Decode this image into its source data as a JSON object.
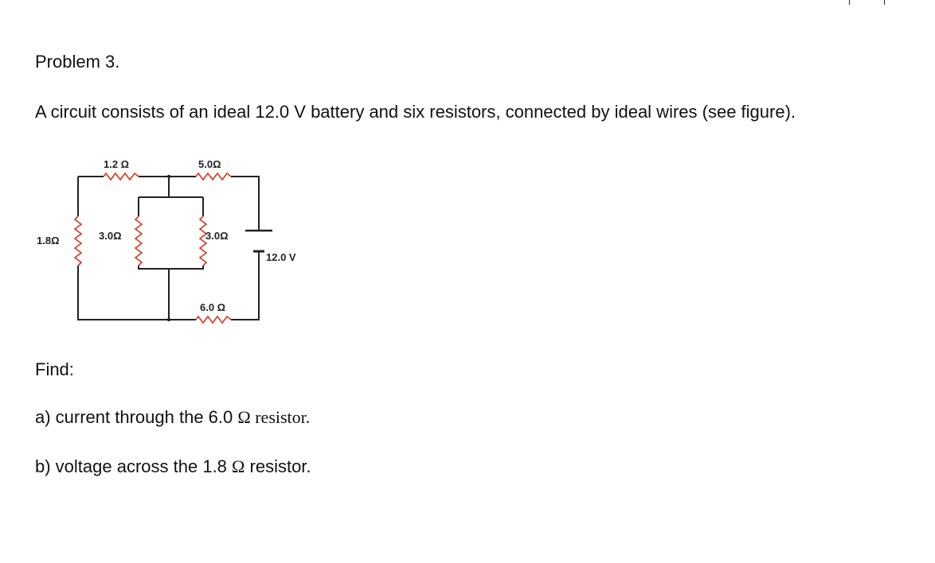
{
  "problem": {
    "title": "Problem 3.",
    "statement": "A circuit consists of an ideal 12.0 V battery and six resistors, connected by ideal wires (see figure).",
    "find_heading": "Find:",
    "part_a": {
      "prefix": "a) current through the 6.0 ",
      "symbol": "Ω resistor."
    },
    "part_b": {
      "prefix": "b) voltage across the 1.8 ",
      "symbol": "Ω",
      "suffix": " resistor."
    }
  },
  "circuit": {
    "resistors": {
      "r_top_left": "1.2 Ω",
      "r_top_right": "5.0Ω",
      "r_left": "1.8Ω",
      "r_inner_left": "3.0Ω",
      "r_inner_right": "3.0Ω",
      "r_bottom": "6.0 Ω"
    },
    "battery": "12.0 V",
    "wire_color": "#222222",
    "resistor_color": "#d23a1f"
  }
}
